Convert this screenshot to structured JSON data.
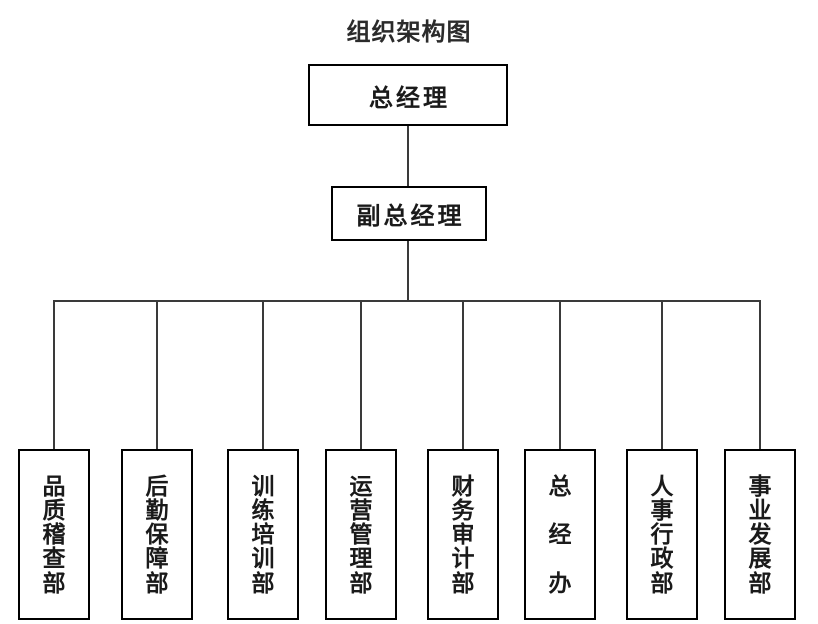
{
  "title": "组织架构图",
  "org": {
    "level1": {
      "label": "总经理"
    },
    "level2": {
      "label": "副总经理"
    },
    "departments": [
      {
        "label": "品质稽查部"
      },
      {
        "label": "后勤保障部"
      },
      {
        "label": "训练培训部"
      },
      {
        "label": "运营管理部"
      },
      {
        "label": "财务审计部"
      },
      {
        "label": "总经办"
      },
      {
        "label": "人事行政部"
      },
      {
        "label": "事业发展部"
      }
    ]
  },
  "colors": {
    "background": "#ffffff",
    "box_border": "#000000",
    "connector_line": "#3a3a3a",
    "text": "#1a1a1a"
  }
}
